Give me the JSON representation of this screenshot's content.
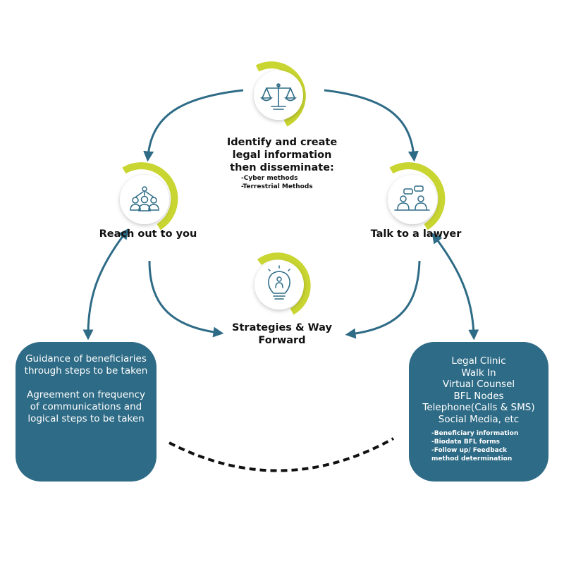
{
  "colors": {
    "primary": "#2e6b86",
    "accent": "#c9d531",
    "text": "#111111",
    "icon": "#2e6b86"
  },
  "top_node": {
    "icon": "scales-of-justice-icon",
    "title_lines": [
      "Identify and create",
      "legal information",
      "then disseminate:"
    ],
    "sub_items": [
      "-Cyber methods",
      "-Terrestrial Methods"
    ]
  },
  "left_node": {
    "icon": "team-network-icon",
    "label": "Reach out to you"
  },
  "right_node": {
    "icon": "conversation-people-icon",
    "label": "Talk to a lawyer"
  },
  "center_node": {
    "icon": "lightbulb-idea-icon",
    "label_lines": [
      "Strategies & Way",
      "Forward"
    ]
  },
  "left_box": {
    "paragraphs": [
      "Guidance of beneficiaries through steps to be taken",
      "Agreement on frequency of communications and logical steps to be taken"
    ]
  },
  "right_box": {
    "main_items": [
      "Legal Clinic",
      "Walk In",
      "Virtual Counsel",
      "BFL Nodes",
      "Telephone(Calls & SMS)",
      "Social Media, etc"
    ],
    "sub_items": [
      "-Beneficiary information",
      "-Biodata BFL forms",
      "-Follow up/ Feedback",
      "method determination"
    ]
  }
}
